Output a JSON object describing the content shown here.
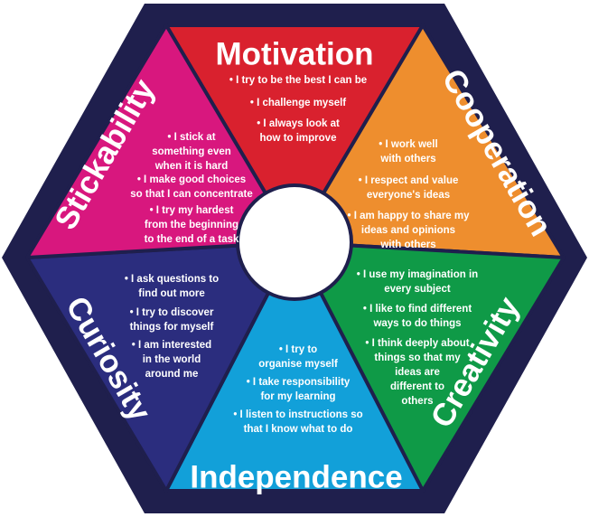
{
  "colors": {
    "outer": "#1f1f4d",
    "motivation": "#d9212e",
    "cooperation": "#ee8e2e",
    "creativity": "#0f9a47",
    "independence": "#12a0d9",
    "curiosity": "#2b2d7e",
    "stickability": "#d8177e"
  },
  "segments": [
    {
      "id": "motivation",
      "title": "Motivation",
      "bullets": [
        [
          "• I try to be the best I can be"
        ],
        [
          "• I challenge myself"
        ],
        [
          "• I always look at",
          "how to improve"
        ]
      ]
    },
    {
      "id": "cooperation",
      "title": "Cooperation",
      "bullets": [
        [
          "• I work well",
          "with others"
        ],
        [
          "• I respect and value",
          "everyone's ideas"
        ],
        [
          "• I am happy to share my",
          "ideas and opinions",
          "with others"
        ]
      ]
    },
    {
      "id": "creativity",
      "title": "Creativity",
      "bullets": [
        [
          "• I use my imagination in",
          "every subject"
        ],
        [
          "• I like to find different",
          "ways to do things"
        ],
        [
          "• I think deeply about",
          "things so that my",
          "ideas are",
          "different to",
          "others"
        ]
      ]
    },
    {
      "id": "independence",
      "title": "Independence",
      "bullets": [
        [
          "• I try to",
          "organise myself"
        ],
        [
          "• I take responsibility",
          "for my learning"
        ],
        [
          "• I listen to instructions so",
          "that I know what to do"
        ]
      ]
    },
    {
      "id": "curiosity",
      "title": "Curiosity",
      "bullets": [
        [
          "• I ask questions to",
          "find out more"
        ],
        [
          "• I try to discover",
          "things for myself"
        ],
        [
          "• I am interested",
          "in the world",
          "around me"
        ]
      ]
    },
    {
      "id": "stickability",
      "title": "Stickability",
      "bullets": [
        [
          "• I stick at",
          "something even",
          "when it is hard"
        ],
        [
          "• I make good choices",
          "so that I can concentrate"
        ],
        [
          "• I try my hardest",
          "from the beginning",
          "to the end of a task"
        ]
      ]
    }
  ]
}
